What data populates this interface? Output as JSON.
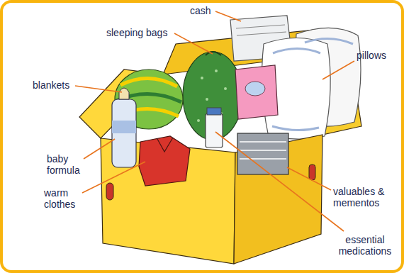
{
  "diagram": {
    "labels": [
      "cash",
      "sleeping bags",
      "pillows",
      "blankets",
      "baby formula",
      "warm clothes",
      "valuables & mementos",
      "essential medications"
    ]
  }
}
